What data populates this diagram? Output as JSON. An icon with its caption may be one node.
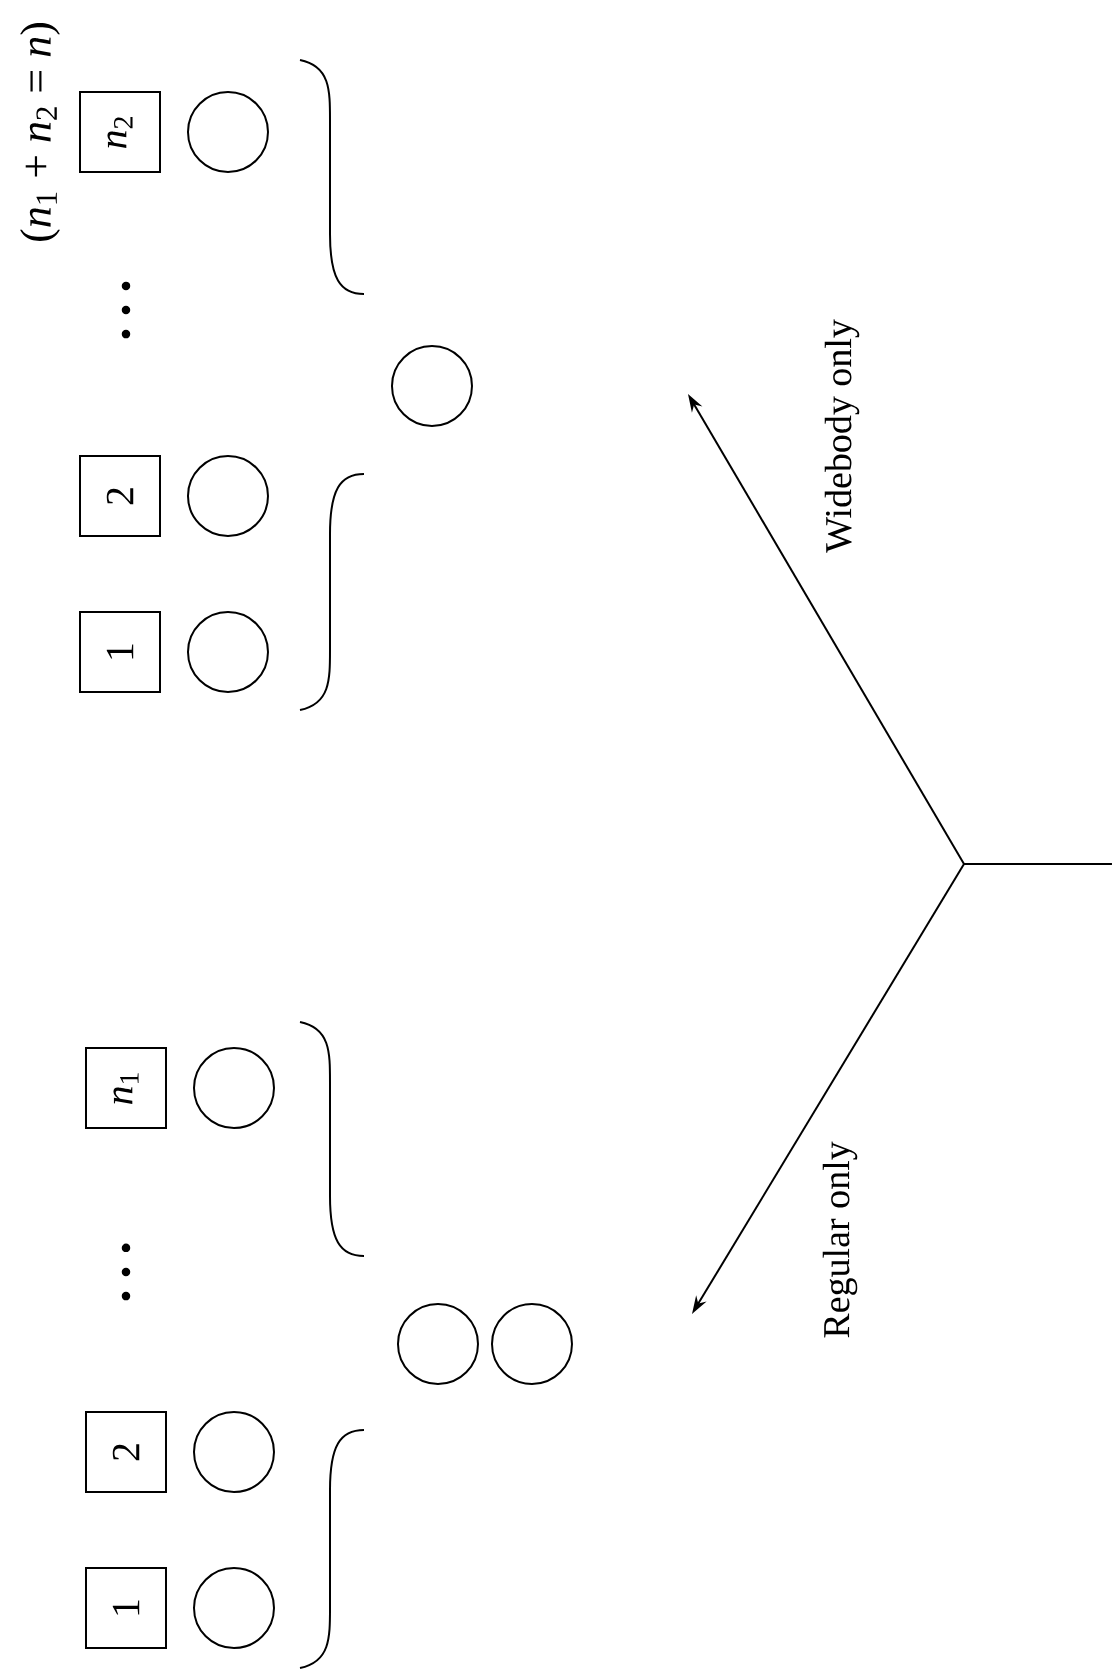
{
  "diagram": {
    "nodes": [
      {
        "text": [
          "*n*$_{2}$"
        ]
      },
      {
        "text": [],
        "shape": "circle"
      },
      {
        "text": [],
        "shape": "circle"
      },
      {
        "text": [
          "2"
        ]
      },
      {
        "text": [],
        "shape": "circle"
      },
      {
        "text": [
          "1"
        ]
      },
      {
        "text": [],
        "shape": "circle"
      },
      {
        "text": [
          "*n*$_{1}$"
        ]
      },
      {
        "text": [],
        "shape": "circle"
      },
      {
        "text": [],
        "shape": "circle"
      },
      {
        "text": [],
        "shape": "circle"
      },
      {
        "text": [
          "2"
        ]
      },
      {
        "text": [],
        "shape": "circle"
      },
      {
        "text": [
          "1"
        ]
      },
      {
        "text": [],
        "shape": "circle"
      }
    ],
    "labels": [
      "(*n*$_{1}$ + *n*$_{2}$ = *n*)",
      "…",
      "Widebody only",
      "…",
      "Regular only"
    ]
  }
}
